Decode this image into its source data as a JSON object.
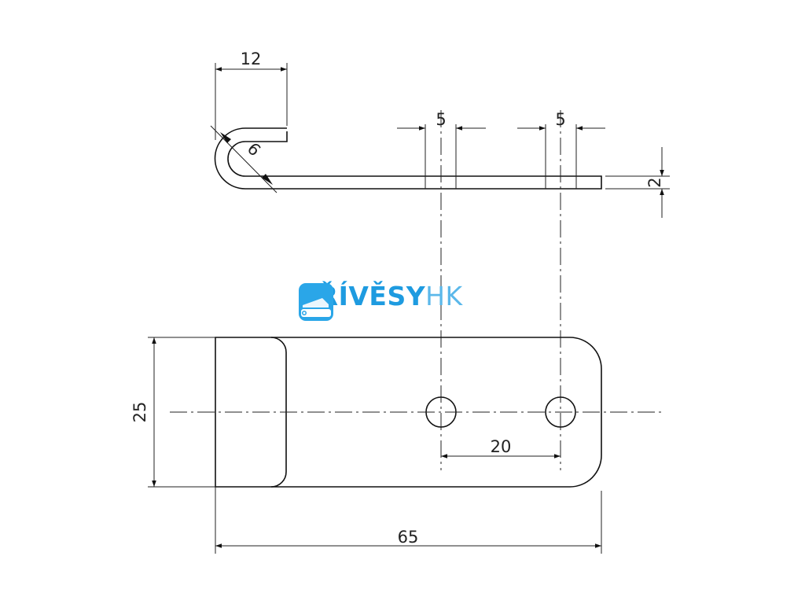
{
  "drawing": {
    "dimensions": {
      "top_width": "12",
      "bend_radius": "6",
      "hole_width_left": "5",
      "hole_width_right": "5",
      "thickness": "2",
      "height": "25",
      "hole_spacing": "20",
      "total_length": "65"
    }
  },
  "logo": {
    "brand_main": "PŘÍVĚSY",
    "brand_suffix": "HK",
    "icon": "trailer-icon",
    "colors": {
      "main": "#1e9be0",
      "suffix": "#5bb8ea",
      "icon_bg": "#2aa6e8"
    }
  }
}
